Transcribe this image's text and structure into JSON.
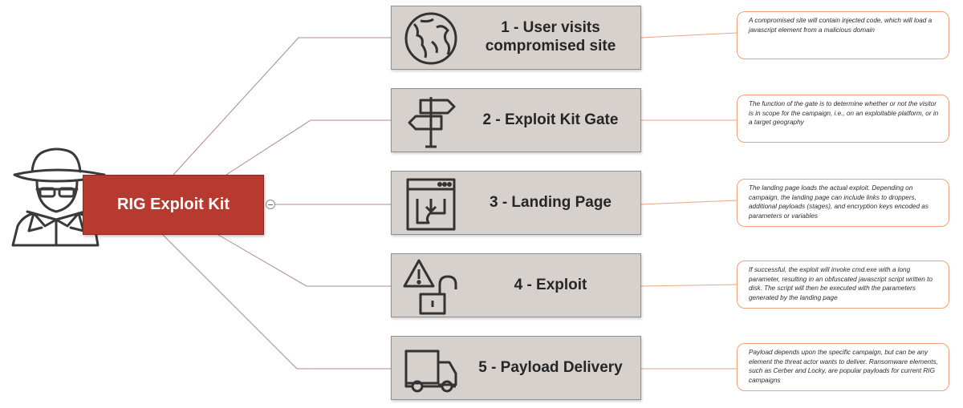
{
  "root": {
    "label": "RIG Exploit Kit"
  },
  "steps": [
    {
      "title": "1 - User visits\ncompromised site",
      "icon": "globe-icon",
      "note": "A compromised site will contain injected code, which will load a javascript element from a malicious domain"
    },
    {
      "title": "2 - Exploit Kit Gate",
      "icon": "signpost-icon",
      "note": "The function of the gate is to determine whether or not the visitor is in scope for the campaign, i.e., on an exploitable platform, or in a target geography"
    },
    {
      "title": "3 - Landing Page",
      "icon": "download-page-icon",
      "note": "The landing page loads the actual exploit. Depending on campaign, the landing page can include links to droppers, additional payloads (stages), and encryption keys encoded as parameters or variables"
    },
    {
      "title": "4 - Exploit",
      "icon": "warning-unlocked-icon",
      "note": "If successful, the exploit will invoke cmd.exe with a long parameter, resulting in an obfuscated javascript script written to disk. The script will then be executed with the parameters generated by the landing page"
    },
    {
      "title": "5 - Payload Delivery",
      "icon": "truck-icon",
      "note": "Payload depends upon the specific campaign, but can be any element the threat actor wants to deliver. Ransomware elements, such as Cerber and Locky, are popular payloads for current RIG campaigns"
    }
  ],
  "colors": {
    "root_fill": "#b63a2f",
    "step_fill": "#d6d1cd",
    "note_border": "#f0a37a",
    "connector": "#b08a80"
  }
}
